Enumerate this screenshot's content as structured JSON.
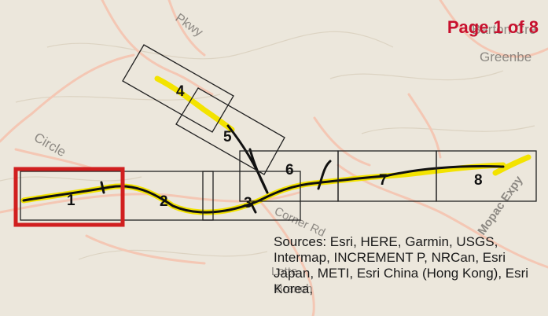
{
  "page_indicator": "Page 1 of 8",
  "current_grid": "1",
  "grid_cells": [
    "1",
    "2",
    "3",
    "4",
    "5",
    "6",
    "7",
    "8"
  ],
  "place_labels": {
    "top_right_1": "Barton Cre",
    "top_right_2": "Greenbe",
    "road_pkwy": "Pkwy",
    "road_circle": "Circle",
    "road_mopac": "Mopac Expy",
    "road_lower": "Corner Rd",
    "road_lower2": "Lotte",
    "road_branch": "Branch"
  },
  "sources": "Sources: Esri, HERE, Garmin, USGS, Intermap, INCREMENT P, NRCan, Esri Japan, METI, Esri China (Hong Kong), Esri Korea,",
  "colors": {
    "background": "#ece7dc",
    "roads": "#f4c7b4",
    "route": "#111111",
    "highlight": "#f3e300",
    "current_frame": "#d11f1f",
    "page_text": "#c8102e"
  }
}
